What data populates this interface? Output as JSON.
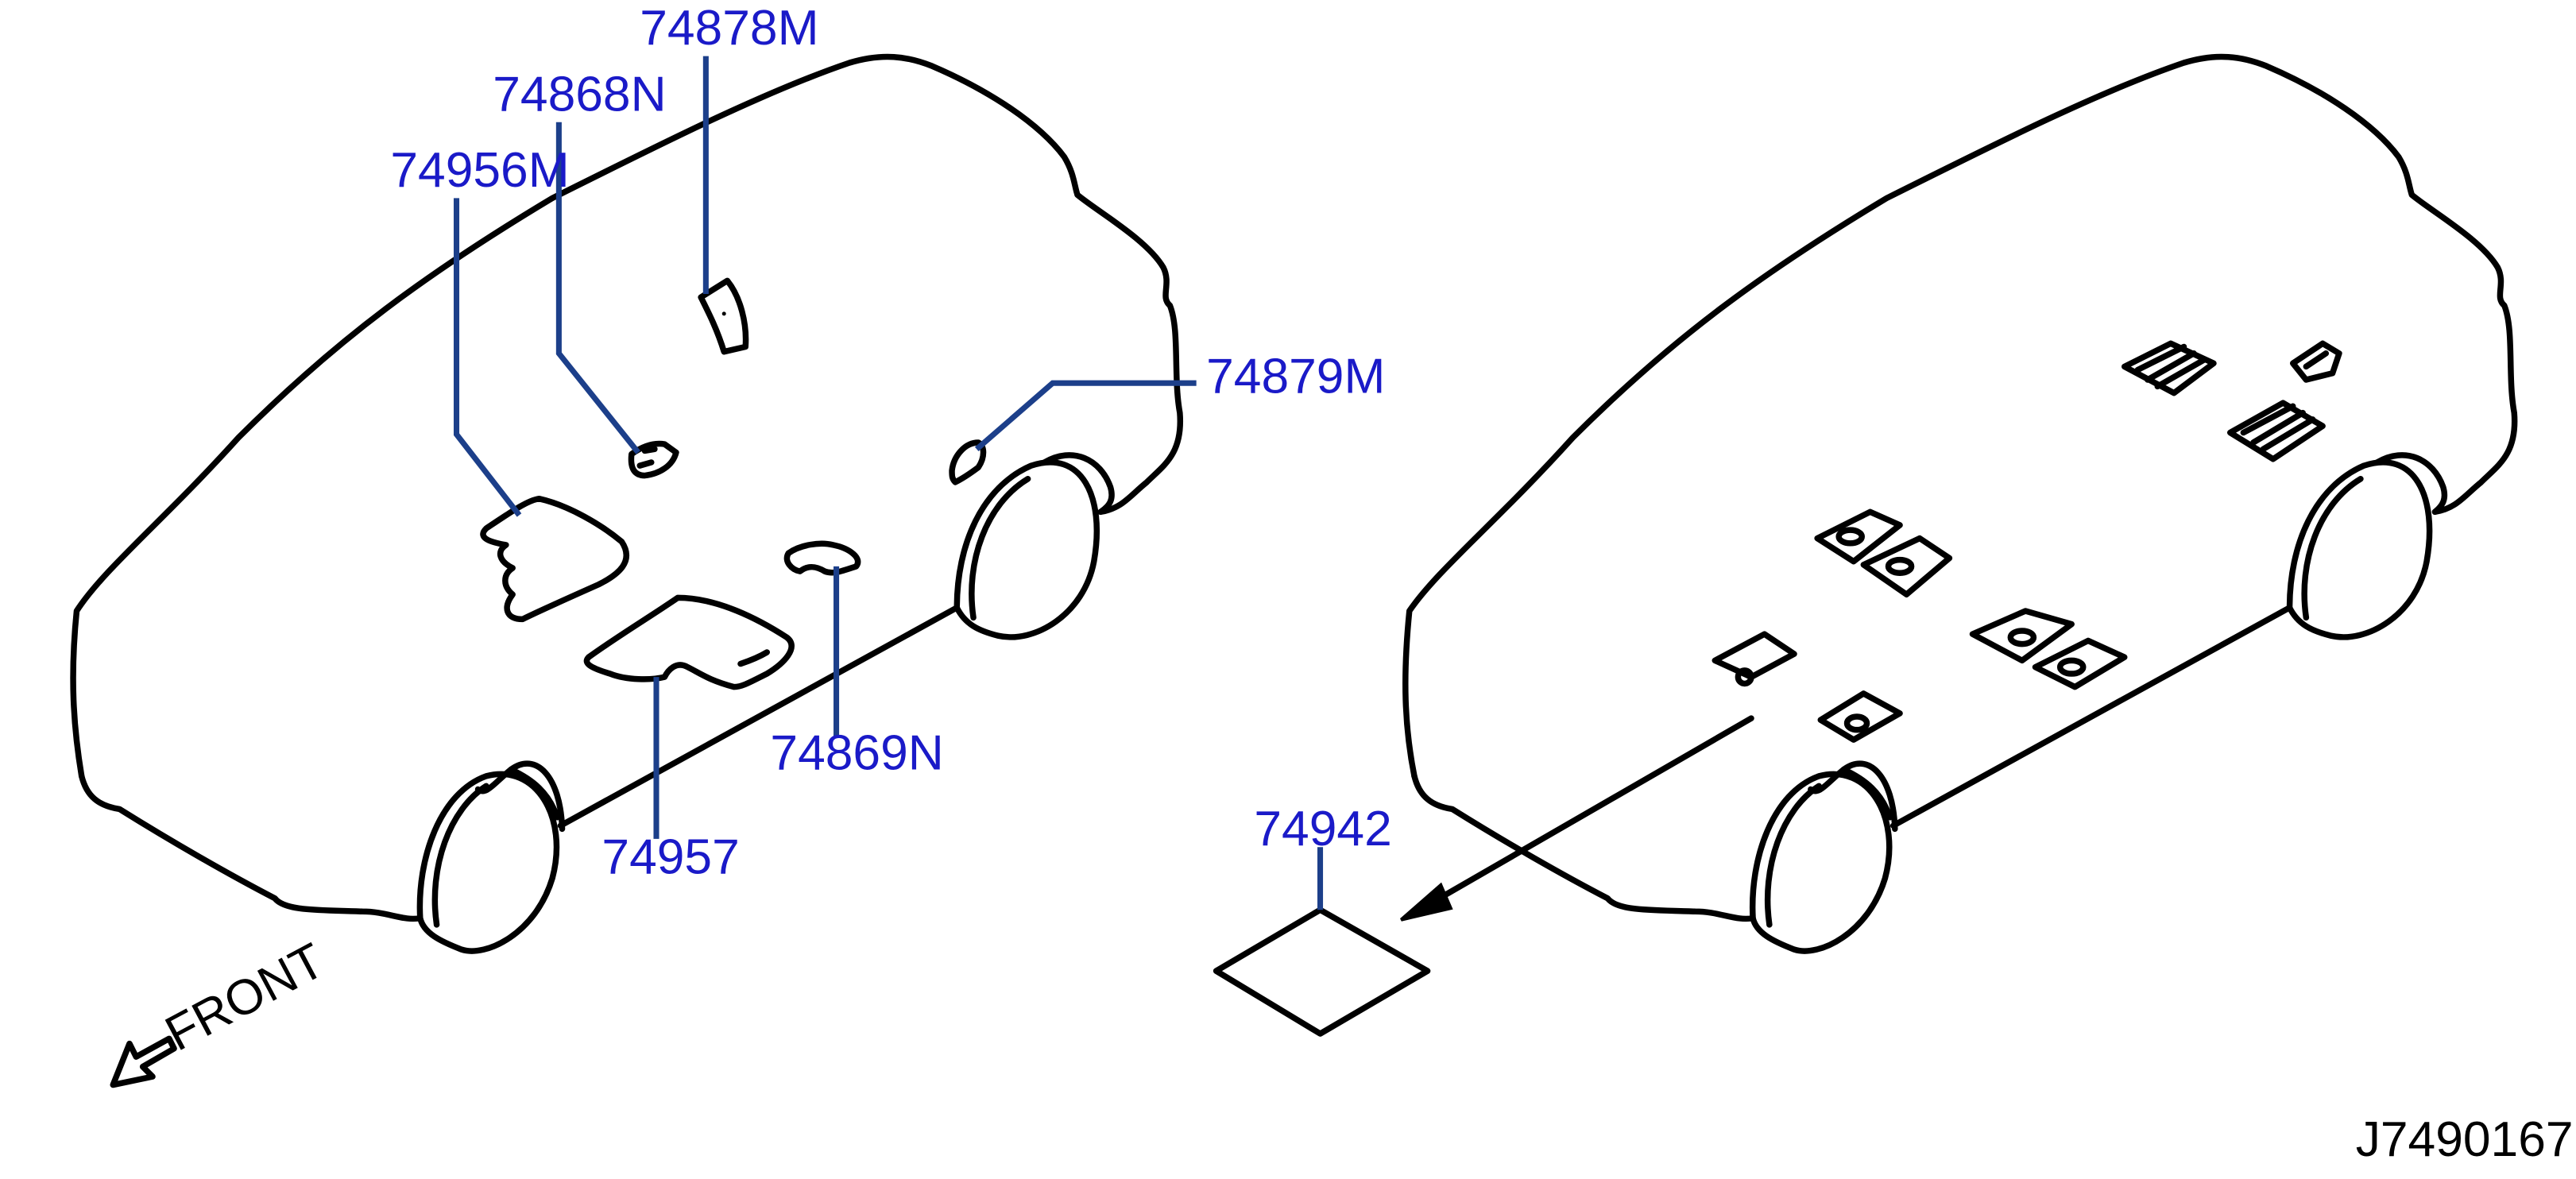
{
  "diagram": {
    "callouts": {
      "p74878M": "74878M",
      "p74868N": "74868N",
      "p74956M": "74956M",
      "p74879M": "74879M",
      "p74869N": "74869N",
      "p74957": "74957",
      "p74942": "74942"
    },
    "front_label": "FRONT",
    "drawing_code": "J7490167",
    "colors": {
      "callout_text": "#1a1ac8",
      "leader_line": "#1c3f8a",
      "line_art": "#000000"
    }
  }
}
